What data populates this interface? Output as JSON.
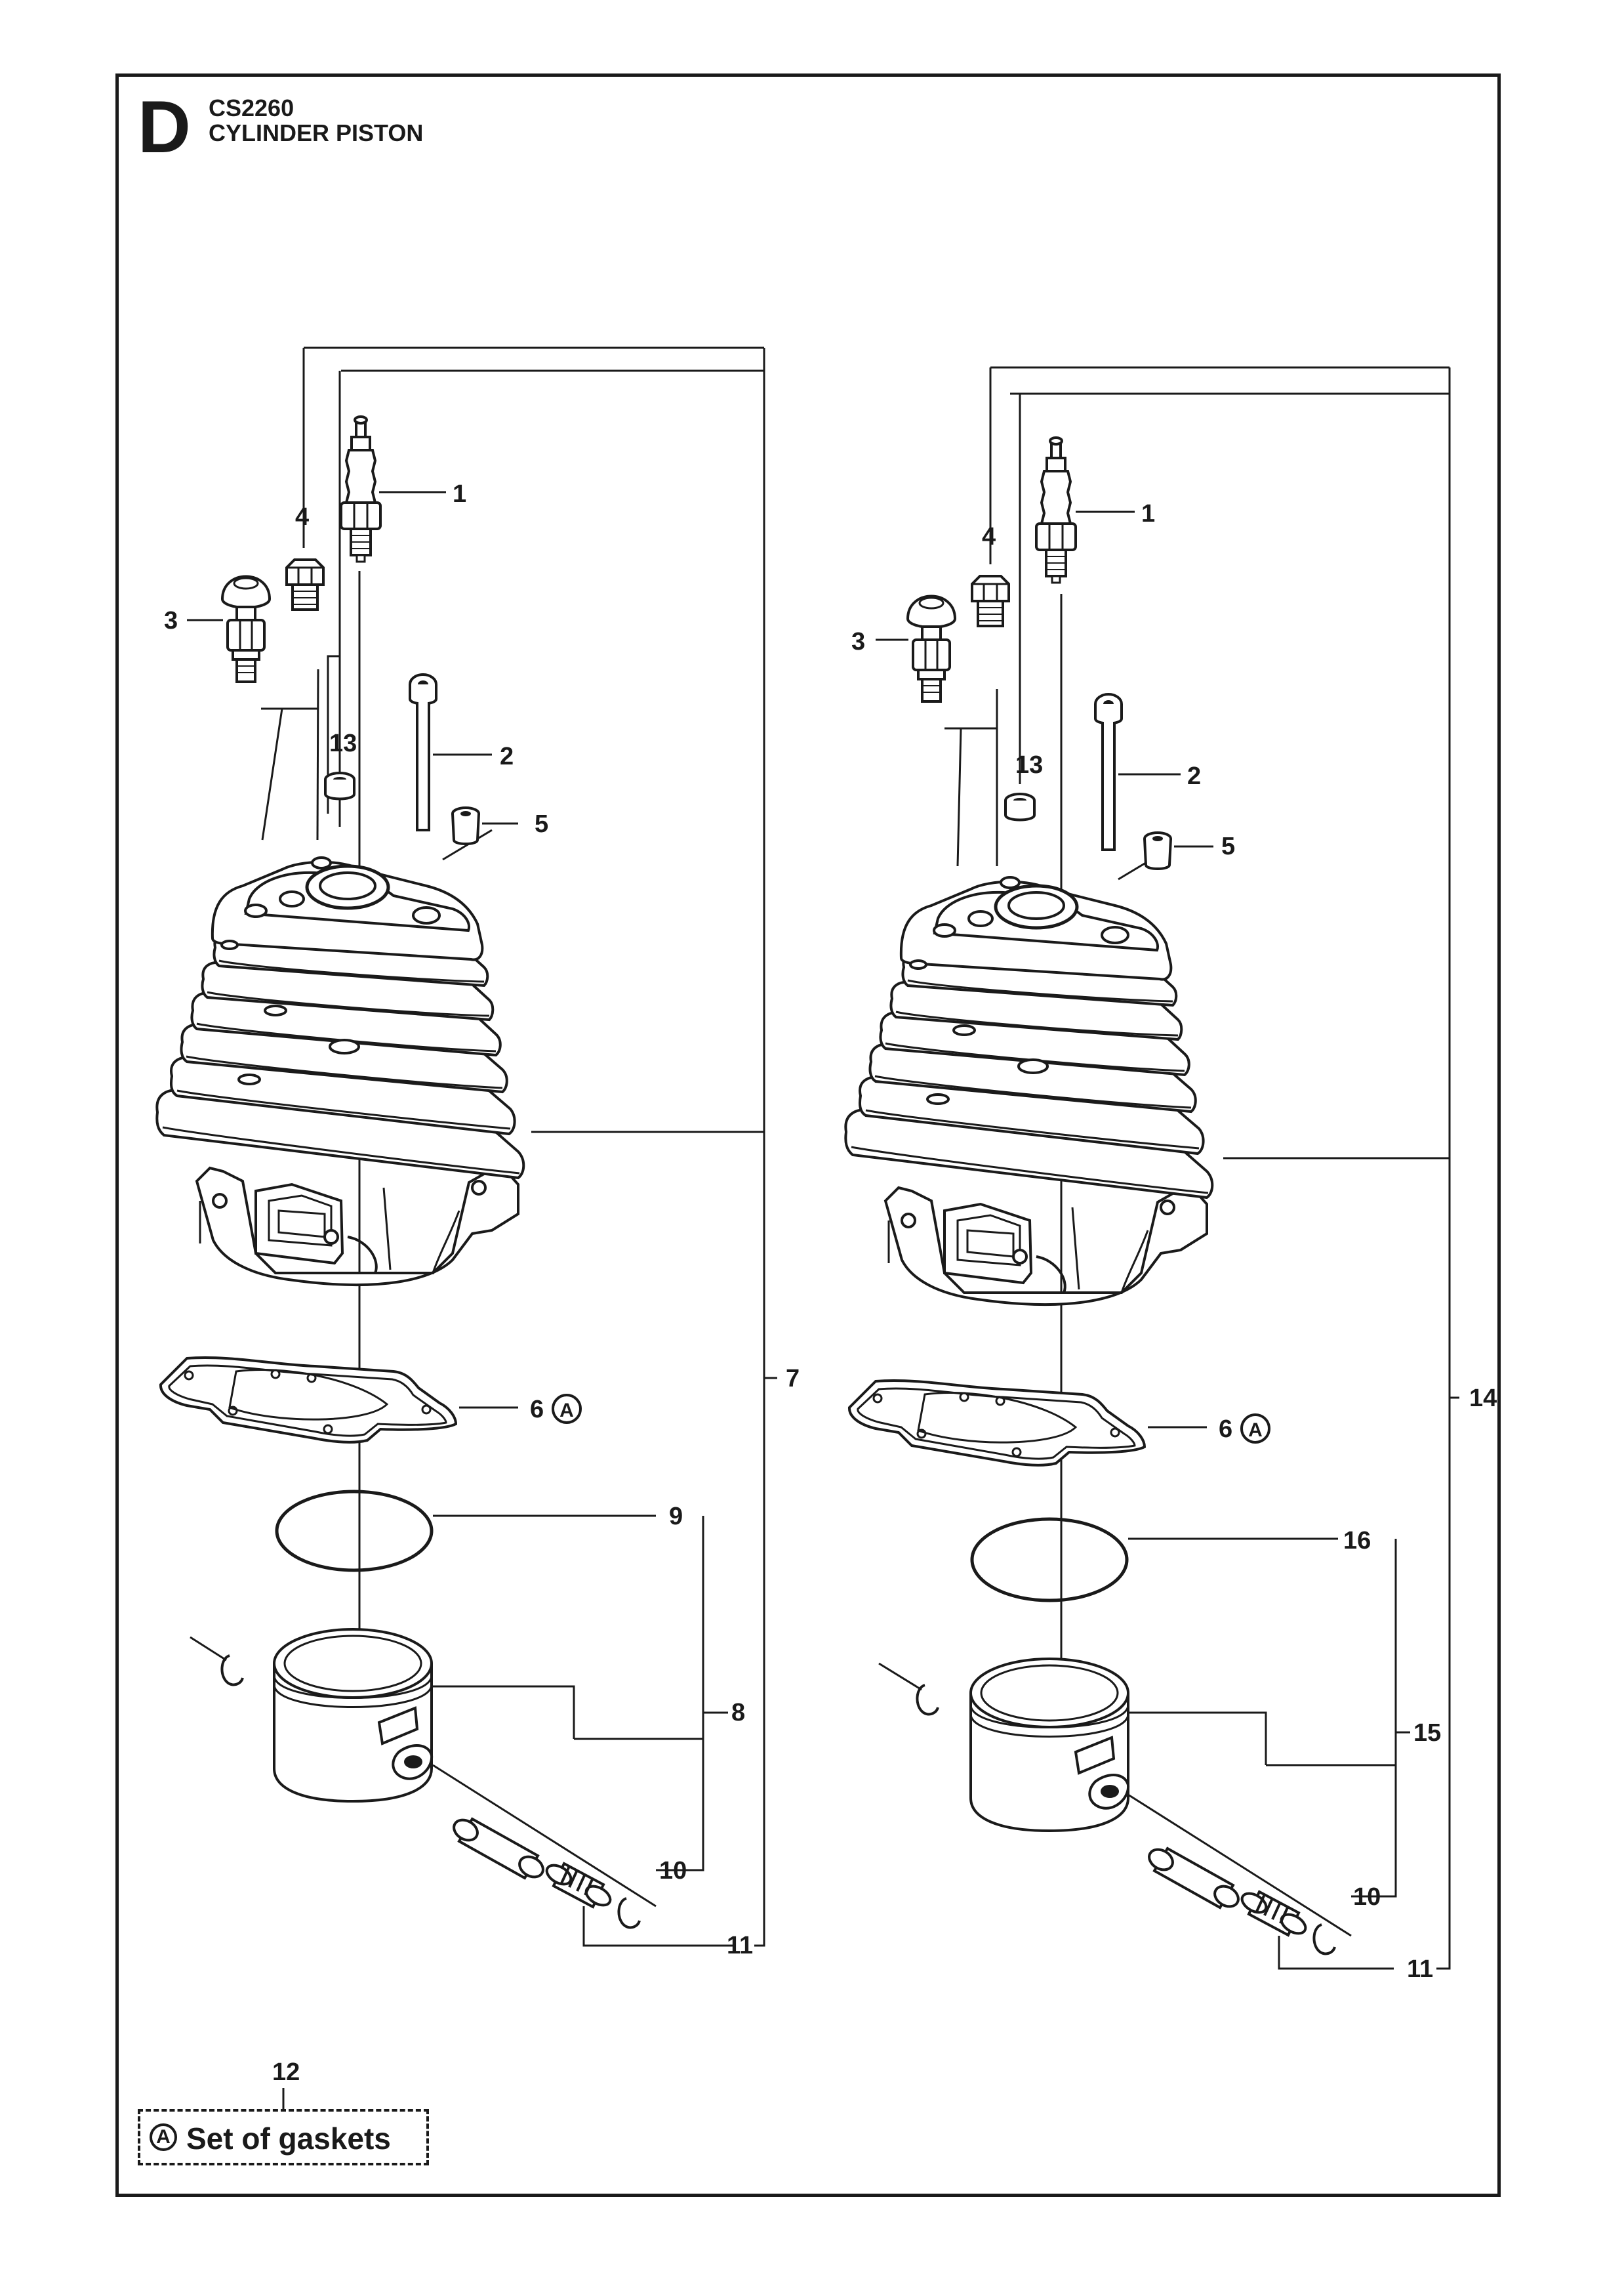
{
  "header": {
    "section_letter": "D",
    "model": "CS2260",
    "title": "CYLINDER PISTON"
  },
  "callouts": {
    "n1": "1",
    "n2": "2",
    "n3": "3",
    "n4": "4",
    "n5": "5",
    "n6": "6",
    "n7": "7",
    "n8": "8",
    "n9": "9",
    "n10": "10",
    "n11": "11",
    "n12": "12",
    "n13": "13",
    "n14": "14",
    "n15": "15",
    "n16": "16"
  },
  "marker_letter": "A",
  "legend": {
    "marker": "A",
    "text": "Set of gaskets"
  }
}
